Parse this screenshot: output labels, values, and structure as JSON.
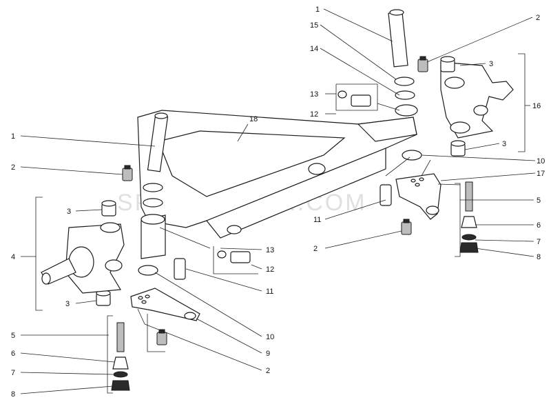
{
  "watermark": "SPECSERVER.COM",
  "labels": {
    "r1": "1",
    "r15": "15",
    "r14": "14",
    "r13": "13",
    "r12": "12",
    "r2": "2",
    "r3a": "3",
    "r16": "16",
    "r3b": "3",
    "r10": "10",
    "r17": "17",
    "r11": "11",
    "r5": "5",
    "r6": "6",
    "r7": "7",
    "r8": "8",
    "r2b": "2",
    "c18": "18",
    "l1": "1",
    "l2": "2",
    "l3a": "3",
    "l4": "4",
    "l3b": "3",
    "l5": "5",
    "l6": "6",
    "l7": "7",
    "l8": "8",
    "m13": "13",
    "m12": "12",
    "m11": "11",
    "m10": "10",
    "m9": "9",
    "m2": "2"
  }
}
